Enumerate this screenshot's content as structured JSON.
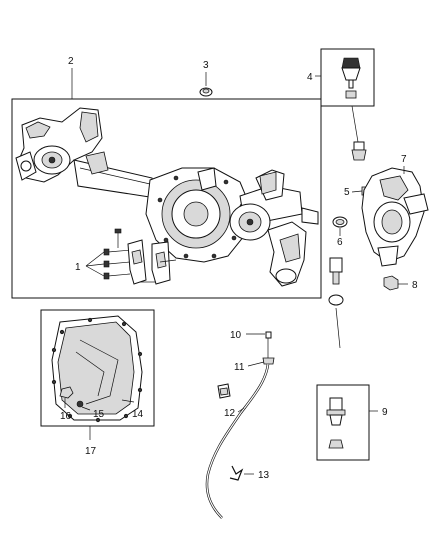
{
  "diagram": {
    "callouts": {
      "c1": "1",
      "c2": "2",
      "c3": "3",
      "c4": "4",
      "c5": "5",
      "c6": "6",
      "c7": "7",
      "c8": "8",
      "c9": "9",
      "c10": "10",
      "c11": "11",
      "c12": "12",
      "c13": "13",
      "c14": "14",
      "c15": "15",
      "c16": "16",
      "c17": "17"
    },
    "parts": [
      "bolt-bracket-set",
      "axle-housing-assembly",
      "vent-fitting",
      "upper-ball-joint",
      "nut",
      "seal",
      "steering-knuckle",
      "nut",
      "lower-ball-joint",
      "dipstick-cap",
      "axle-vent-hose-tube",
      "vent-hose",
      "hose-clip",
      "differential-cover",
      "fill-plug",
      "drain-plug",
      "cover-kit"
    ]
  }
}
